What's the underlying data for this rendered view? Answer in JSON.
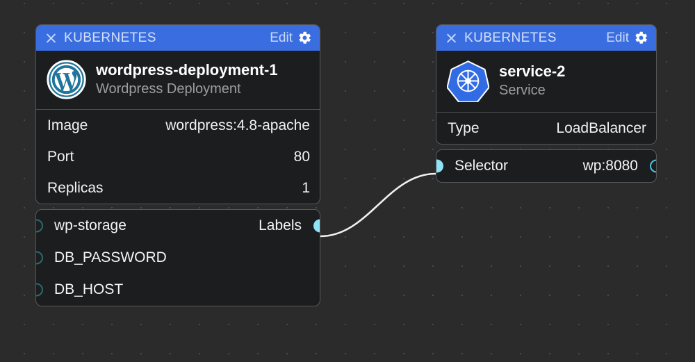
{
  "canvas": {
    "background_color": "#2b2b2b",
    "grid_dot_color": "#4a4a4a"
  },
  "theme": {
    "titlebar_blue": "#3a6ee0",
    "panel_bg": "#1c1d1f",
    "panel_border": "#55585c",
    "port_cyan": "#8fe3f7",
    "port_ring_cyan": "#4fc3e0",
    "port_hollow_teal": "#2e6a6d",
    "wordpress_teal": "#21759b",
    "kubernetes_blue": "#326ce5"
  },
  "nodes": [
    {
      "id": "wordpress-deployment-1",
      "titlebar": {
        "close_icon": "close-icon",
        "title": "KUBERNETES",
        "edit_label": "Edit",
        "gear_icon": "gear-icon"
      },
      "icon": "wordpress-logo-icon",
      "name": "wordpress-deployment-1",
      "kind": "Wordpress Deployment",
      "properties": [
        {
          "key": "Image",
          "value": "wordpress:4.8-apache"
        },
        {
          "key": "Port",
          "value": "80"
        },
        {
          "key": "Replicas",
          "value": "1"
        }
      ],
      "ports": [
        {
          "name": "wp-storage",
          "handle": "hollow",
          "right_label": "Labels",
          "right_handle": "filled"
        },
        {
          "name": "DB_PASSWORD",
          "handle": "hollow",
          "right_label": "",
          "right_handle": "none"
        },
        {
          "name": "DB_HOST",
          "handle": "hollow",
          "right_label": "",
          "right_handle": "none"
        }
      ]
    },
    {
      "id": "service-2",
      "titlebar": {
        "close_icon": "close-icon",
        "title": "KUBERNETES",
        "edit_label": "Edit",
        "gear_icon": "gear-icon"
      },
      "icon": "kubernetes-logo-icon",
      "name": "service-2",
      "kind": "Service",
      "properties": [
        {
          "key": "Type",
          "value": "LoadBalancer"
        }
      ],
      "ports": [
        {
          "name": "Selector",
          "handle": "filled",
          "right_label": "wp:8080",
          "right_handle": "ring"
        }
      ]
    }
  ],
  "connection": {
    "from": "wordpress-deployment-1.Labels",
    "to": "service-2.Selector",
    "color": "#f0f0f0"
  }
}
